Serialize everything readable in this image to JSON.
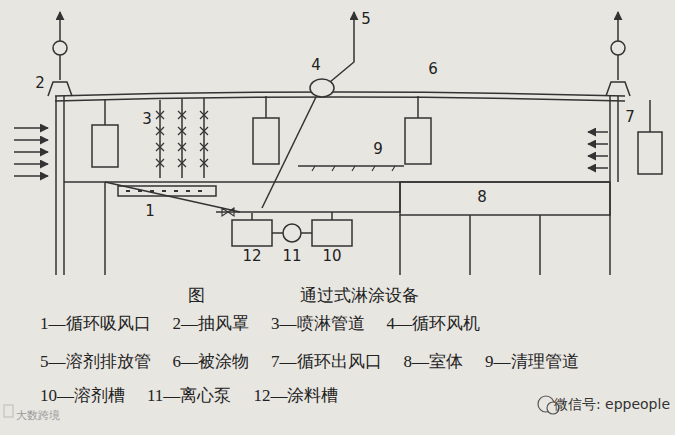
{
  "diagram": {
    "caption": "通过式淋涂设备",
    "labels": [
      "5",
      "4",
      "6",
      "2",
      "3",
      "7",
      "9",
      "1",
      "8",
      "12",
      "11",
      "10",
      "图",
      "1—循环吸风口",
      "2—抽风罩",
      "3—喷淋管道",
      "4—循环风机",
      "5—溶剂排放管",
      "6—被涂物",
      "7—循环出风口",
      "8—室体",
      "9—清理管道",
      "10—溶剂槽",
      "11—离心泵",
      "12—涂料槽",
      "大数跨境",
      "微信号: eppeople"
    ]
  }
}
